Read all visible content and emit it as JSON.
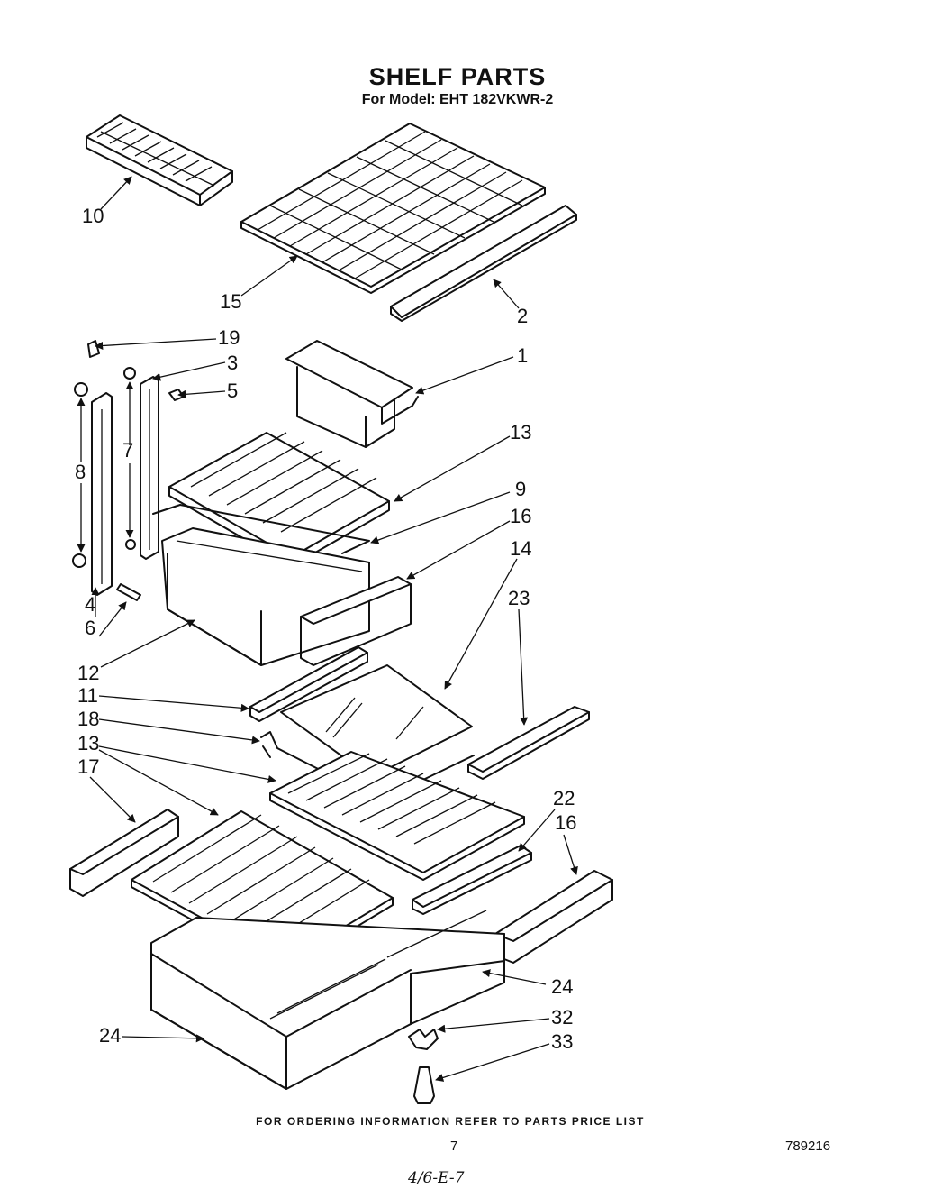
{
  "header": {
    "title": "SHELF PARTS",
    "subtitle": "For Model: EHT 182VKWR-2"
  },
  "callouts": [
    {
      "id": "c10",
      "text": "10"
    },
    {
      "id": "c15",
      "text": "15"
    },
    {
      "id": "c2",
      "text": "2"
    },
    {
      "id": "c19",
      "text": "19"
    },
    {
      "id": "c3",
      "text": "3"
    },
    {
      "id": "c5",
      "text": "5"
    },
    {
      "id": "c1",
      "text": "1"
    },
    {
      "id": "c7",
      "text": "7"
    },
    {
      "id": "c8",
      "text": "8"
    },
    {
      "id": "c13a",
      "text": "13"
    },
    {
      "id": "c9",
      "text": "9"
    },
    {
      "id": "c16a",
      "text": "16"
    },
    {
      "id": "c14",
      "text": "14"
    },
    {
      "id": "c23",
      "text": "23"
    },
    {
      "id": "c4",
      "text": "4"
    },
    {
      "id": "c6",
      "text": "6"
    },
    {
      "id": "c12",
      "text": "12"
    },
    {
      "id": "c11",
      "text": "11"
    },
    {
      "id": "c18",
      "text": "18"
    },
    {
      "id": "c13b",
      "text": "13"
    },
    {
      "id": "c17",
      "text": "17"
    },
    {
      "id": "c22",
      "text": "22"
    },
    {
      "id": "c16b",
      "text": "16"
    },
    {
      "id": "c24a",
      "text": "24"
    },
    {
      "id": "c24b",
      "text": "24"
    },
    {
      "id": "c32",
      "text": "32"
    },
    {
      "id": "c33",
      "text": "33"
    }
  ],
  "footer": {
    "ordering_note": "FOR ORDERING INFORMATION REFER TO PARTS PRICE LIST",
    "page_number": "7",
    "document_number": "789216",
    "handwritten_note": "4/6-E-7"
  }
}
